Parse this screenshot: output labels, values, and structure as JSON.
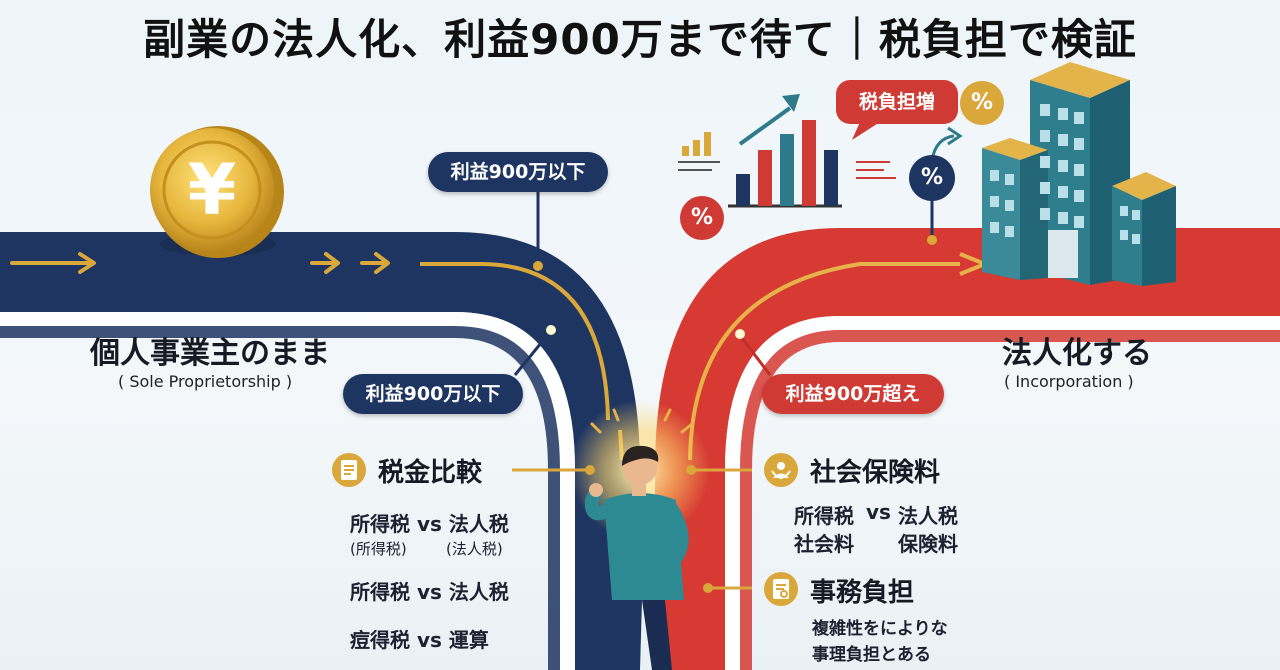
{
  "title": "副業の法人化、利益900万まで待て｜税負担で検証",
  "coin_symbol": "¥",
  "bubble_label": "税負担増",
  "percent_symbol": "%",
  "pills": {
    "top": "利益900万以下",
    "left": "利益900万以下",
    "right": "利益900万超え"
  },
  "left_side": {
    "title": "個人事業主のまま",
    "subtitle": "( Sole Proprietorship )",
    "section_title": "税金比較",
    "lines": [
      {
        "text": "所得税 vs 法人税"
      },
      {
        "col1": "(所得税)",
        "col2": "(法人税)"
      },
      {
        "text": "所得税 vs 法人税"
      },
      {
        "text": "痘得税 vs 運算"
      }
    ]
  },
  "right_side": {
    "title": "法人化する",
    "subtitle": "( Incorporation )",
    "section1_title": "社会保険料",
    "section1_lines": [
      {
        "col1": "所得税",
        "mid": "vs",
        "col2": "法人税"
      },
      {
        "col1": "社会料",
        "mid": "",
        "col2": "保険料"
      }
    ],
    "section2_title": "事務負担",
    "section2_lines": [
      "複雑性をによりな",
      "事理負担とある"
    ]
  },
  "colors": {
    "navy_road": "#1f3561",
    "red_road": "#d63a32",
    "gold": "#d9a73a",
    "building": "#2e7a8a"
  }
}
